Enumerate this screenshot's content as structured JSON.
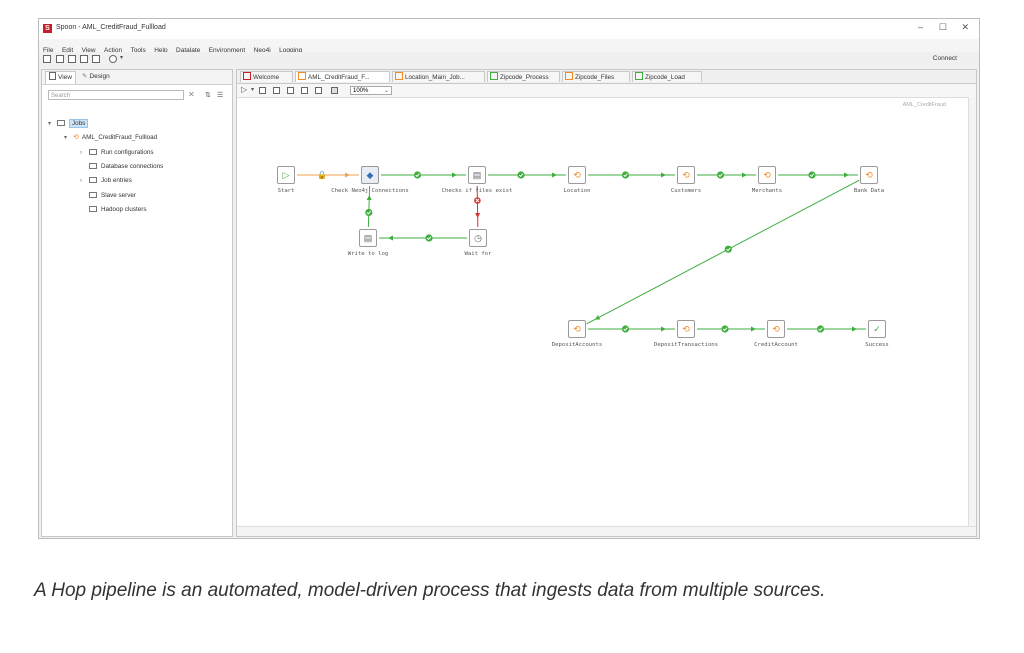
{
  "window": {
    "title": "Spoon - AML_CreditFraud_Fullload",
    "controls": [
      "–",
      "☐",
      "✕"
    ]
  },
  "menu": [
    "File",
    "Edit",
    "View",
    "Action",
    "Tools",
    "Help",
    "Datalate",
    "Environment",
    "Neo4j",
    "Logging"
  ],
  "toolbar": {
    "connect_label": "Connect"
  },
  "left_panel": {
    "tabs": [
      "View",
      "Design"
    ],
    "search_placeholder": "Search",
    "tree": [
      {
        "label": "Jobs",
        "level": 0,
        "selected": true,
        "caret": "▾"
      },
      {
        "label": "AML_CreditFraud_Fullload",
        "level": 1,
        "caret": "▾"
      },
      {
        "label": "Run configurations",
        "level": 2,
        "caret": "›"
      },
      {
        "label": "Database connections",
        "level": 2,
        "caret": ""
      },
      {
        "label": "Job entries",
        "level": 2,
        "caret": "›"
      },
      {
        "label": "Slave server",
        "level": 2,
        "caret": ""
      },
      {
        "label": "Hadoop clusters",
        "level": 2,
        "caret": ""
      }
    ]
  },
  "tabs": [
    {
      "label": "Welcome",
      "active": false
    },
    {
      "label": "AML_CreditFraud_F...",
      "active": true
    },
    {
      "label": "Location_Main_Job...",
      "active": false
    },
    {
      "label": "Zipcode_Process",
      "active": false
    },
    {
      "label": "Zipcode_Files",
      "active": false
    },
    {
      "label": "Zipcode_Load",
      "active": false
    }
  ],
  "workspace": {
    "zoom": "100%",
    "canvas_name": "AML_CreditFraud"
  },
  "nodes": {
    "start": "Start",
    "check_neo4j": "Check Neo4j Connections",
    "checks_files": "Checks if files exist",
    "location": "Location",
    "customers": "Customers",
    "merchants": "Merchants",
    "bank_data": "Bank Data",
    "write_log": "Write to log",
    "wait_for": "Wait for",
    "deposit_accounts": "DepositAccounts",
    "deposit_transactions": "DepositTransactions",
    "credit_account": "CreditAccount",
    "success": "Success"
  },
  "caption": "A Hop pipeline is an automated, model-driven process that ingests data from multiple sources.",
  "colors": {
    "hop_success": "#3fae3f",
    "hop_error": "#d9342b",
    "hop_unconditional": "#f0a050",
    "job_icon": "#f08a24",
    "app_red": "#c8202a"
  }
}
